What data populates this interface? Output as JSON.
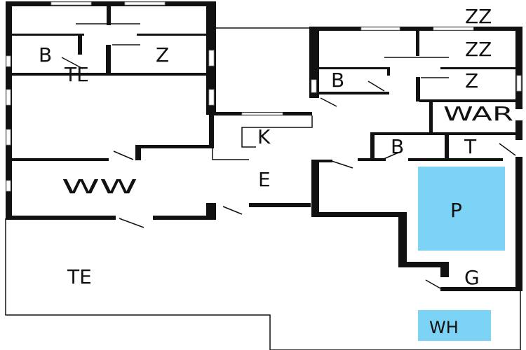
{
  "colors": {
    "wall": "#111111",
    "pool": "#7dd3f5",
    "background": "#ffffff"
  },
  "rooms": {
    "zz_top": "ZZ",
    "zz_right": "ZZ",
    "b_right_top": "B",
    "z_right": "Z",
    "war": "WAR",
    "b_right_mid": "B",
    "t": "T",
    "p": "P",
    "g": "G",
    "wh": "WH",
    "b_left": "B",
    "z_left": "Z",
    "te_left": "TE",
    "k": "K",
    "ww": "WW",
    "e": "E",
    "te_bottom": "TE"
  }
}
